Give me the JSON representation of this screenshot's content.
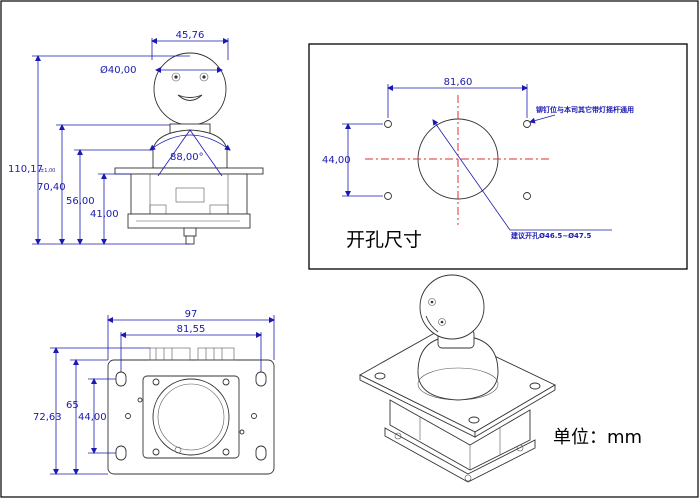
{
  "side_view": {
    "width_top": "45,76",
    "ball_diameter": "Ø40,00",
    "angle": "88,00°",
    "height_total": "110,17",
    "height_total_tol": "±1,00",
    "height_a": "70,40",
    "height_b": "56,00",
    "height_c": "41,00"
  },
  "cutout": {
    "hole_spacing_x": "81,60",
    "hole_spacing_y": "44,00",
    "note_screws": "铆钉位与本司其它带灯摇杆通用",
    "note_hole": "建议开孔Ø46.5~Ø47.5",
    "title": "开孔尺寸"
  },
  "plan_view": {
    "width_total": "97",
    "width_holes": "81,55",
    "height_total": "72,63",
    "height_a": "65",
    "height_holes": "44,00"
  },
  "unit_label": "单位：mm"
}
